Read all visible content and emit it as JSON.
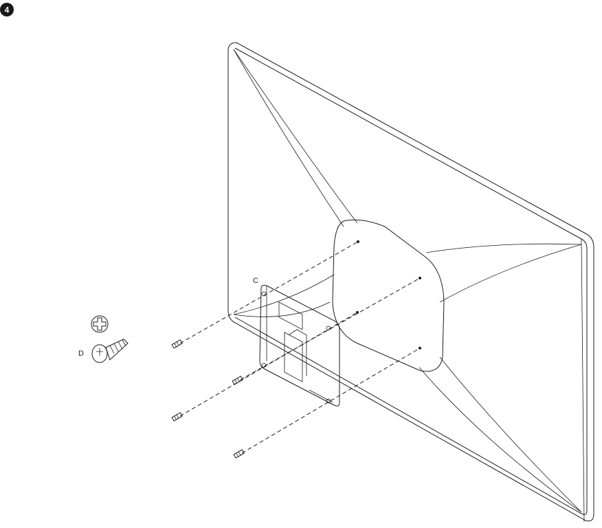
{
  "step": {
    "number": "4"
  },
  "labels": {
    "bracket": "C",
    "screw": "D"
  },
  "colors": {
    "ink": "#1a1a1a",
    "paper": "#ffffff",
    "badge": "#1a1a1a"
  },
  "icons": [
    "phillips-head-icon",
    "screw-icon"
  ]
}
